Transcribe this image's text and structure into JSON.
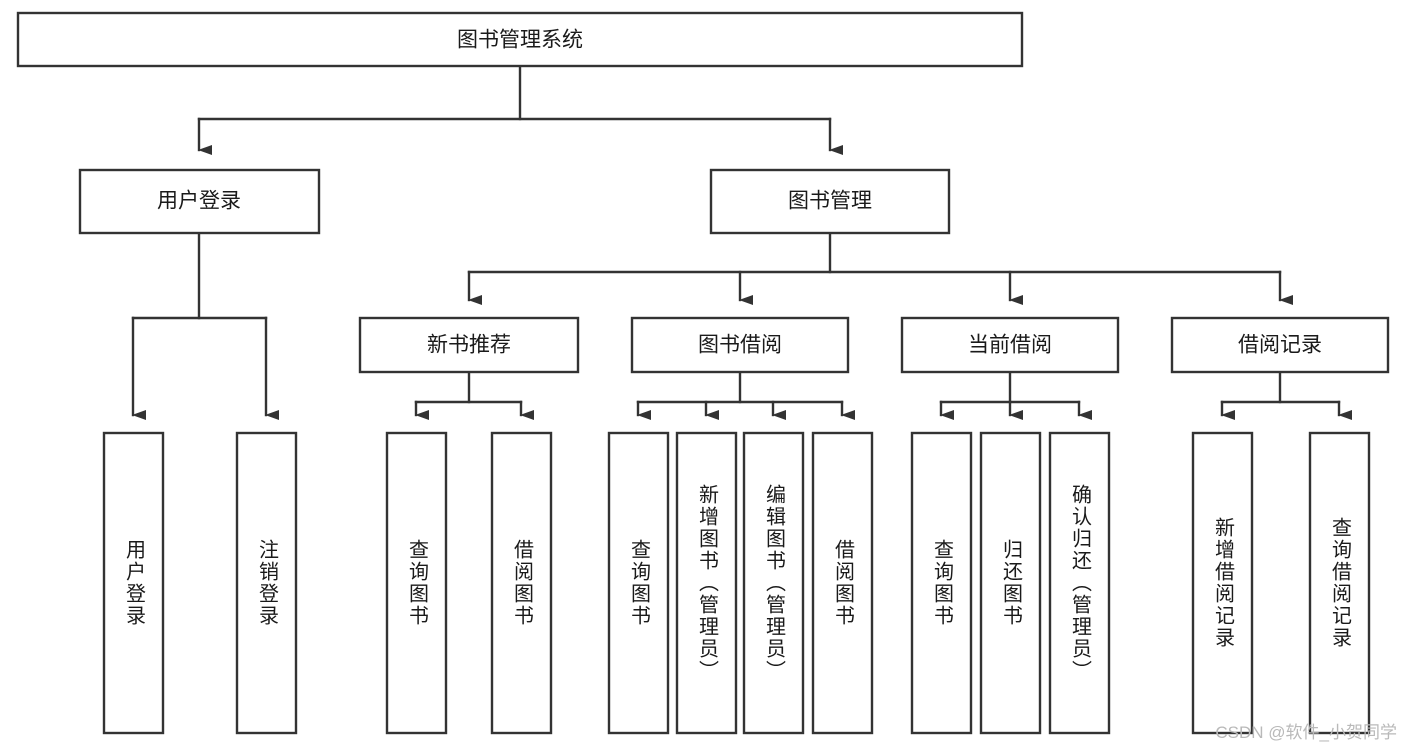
{
  "diagram": {
    "type": "tree",
    "title": "图书管理系统",
    "watermark": "CSDN @软件_小贺同学",
    "colors": {
      "box_stroke": "#333333",
      "box_fill": "#ffffff",
      "text": "#1a1a1a",
      "background": "#ffffff",
      "watermark": "#b9b9b9"
    },
    "nodes": {
      "root": {
        "label": "图书管理系统",
        "level": 1,
        "orientation": "horizontal"
      },
      "n_user_login": {
        "label": "用户登录",
        "level": 2,
        "orientation": "horizontal"
      },
      "n_book_mgmt": {
        "label": "图书管理",
        "level": 2,
        "orientation": "horizontal"
      },
      "n_new_book_rec": {
        "label": "新书推荐",
        "level": 3,
        "orientation": "horizontal"
      },
      "n_book_borrow": {
        "label": "图书借阅",
        "level": 3,
        "orientation": "horizontal"
      },
      "n_current_borrow": {
        "label": "当前借阅",
        "level": 3,
        "orientation": "horizontal"
      },
      "n_borrow_record": {
        "label": "借阅记录",
        "level": 3,
        "orientation": "horizontal"
      },
      "l_user_login": {
        "label": "用户登录",
        "level": 4,
        "orientation": "vertical"
      },
      "l_logout": {
        "label": "注销登录",
        "level": 4,
        "orientation": "vertical"
      },
      "l_query_book_1": {
        "label": "查询图书",
        "level": 4,
        "orientation": "vertical"
      },
      "l_borrow_book_1": {
        "label": "借阅图书",
        "level": 4,
        "orientation": "vertical"
      },
      "l_query_book_2": {
        "label": "查询图书",
        "level": 4,
        "orientation": "vertical"
      },
      "l_add_book": {
        "label": "新增图书（管理员）",
        "level": 4,
        "orientation": "vertical"
      },
      "l_edit_book": {
        "label": "编辑图书（管理员）",
        "level": 4,
        "orientation": "vertical"
      },
      "l_borrow_book_2": {
        "label": "借阅图书",
        "level": 4,
        "orientation": "vertical"
      },
      "l_query_book_3": {
        "label": "查询图书",
        "level": 4,
        "orientation": "vertical"
      },
      "l_return_book": {
        "label": "归还图书",
        "level": 4,
        "orientation": "vertical"
      },
      "l_confirm_return": {
        "label": "确认归还（管理员）",
        "level": 4,
        "orientation": "vertical"
      },
      "l_add_record": {
        "label": "新增借阅记录",
        "level": 4,
        "orientation": "vertical"
      },
      "l_query_record": {
        "label": "查询借阅记录",
        "level": 4,
        "orientation": "vertical"
      }
    },
    "edges": [
      {
        "from": "root",
        "to": "n_user_login"
      },
      {
        "from": "root",
        "to": "n_book_mgmt"
      },
      {
        "from": "n_book_mgmt",
        "to": "n_new_book_rec"
      },
      {
        "from": "n_book_mgmt",
        "to": "n_book_borrow"
      },
      {
        "from": "n_book_mgmt",
        "to": "n_current_borrow"
      },
      {
        "from": "n_book_mgmt",
        "to": "n_borrow_record"
      },
      {
        "from": "n_user_login",
        "to": "l_user_login"
      },
      {
        "from": "n_user_login",
        "to": "l_logout"
      },
      {
        "from": "n_new_book_rec",
        "to": "l_query_book_1"
      },
      {
        "from": "n_new_book_rec",
        "to": "l_borrow_book_1"
      },
      {
        "from": "n_book_borrow",
        "to": "l_query_book_2"
      },
      {
        "from": "n_book_borrow",
        "to": "l_add_book"
      },
      {
        "from": "n_book_borrow",
        "to": "l_edit_book"
      },
      {
        "from": "n_book_borrow",
        "to": "l_borrow_book_2"
      },
      {
        "from": "n_current_borrow",
        "to": "l_query_book_3"
      },
      {
        "from": "n_current_borrow",
        "to": "l_return_book"
      },
      {
        "from": "n_current_borrow",
        "to": "l_confirm_return"
      },
      {
        "from": "n_borrow_record",
        "to": "l_add_record"
      },
      {
        "from": "n_borrow_record",
        "to": "l_query_record"
      }
    ]
  }
}
